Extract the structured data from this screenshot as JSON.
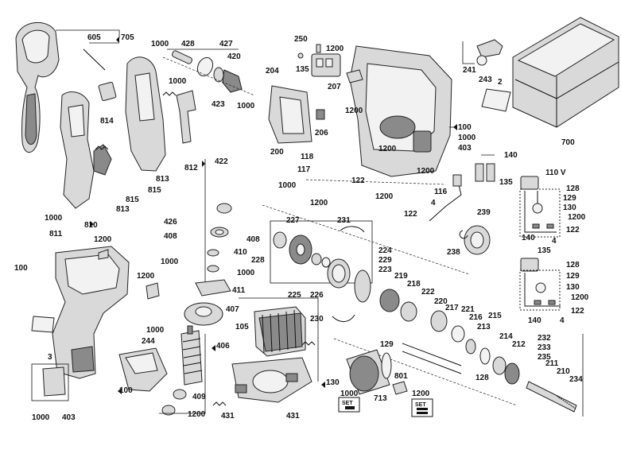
{
  "labels": {
    "l605": "605",
    "l705": "705",
    "l1000a": "1000",
    "l428": "428",
    "l427": "427",
    "l420": "420",
    "l1000b": "1000",
    "l423": "423",
    "l814": "814",
    "l812": "812",
    "l813a": "813",
    "l813b": "813",
    "l815a": "815",
    "l815b": "815",
    "l1000c": "1000",
    "l810": "810",
    "l811": "811",
    "l422": "422",
    "l250": "250",
    "l1200a": "1200",
    "l135a": "135",
    "l207": "207",
    "l204": "204",
    "l1000d": "1000",
    "l206": "206",
    "l200": "200",
    "l118": "118",
    "l117": "117",
    "l1000e": "1000",
    "l1200b": "1200",
    "l1200c": "1200",
    "l1200d": "1200",
    "l1200e": "1200",
    "l122a": "122",
    "l122b": "122",
    "l1200f": "1200",
    "l241": "241",
    "l243": "243",
    "l2": "2",
    "l700": "700",
    "l100a": "100",
    "l1000f": "1000",
    "l403a": "403",
    "l140a": "140",
    "l110v": "110 V",
    "l135b": "135",
    "l128a": "128",
    "l129a": "129",
    "l130a": "130",
    "l1200g": "1200",
    "l140b": "140",
    "l4a": "4",
    "l122c": "122",
    "l116": "116",
    "l4b": "4",
    "l239": "239",
    "l238": "238",
    "l135c": "135",
    "l128b": "128",
    "l129b": "129",
    "l130b": "130",
    "l1200h": "1200",
    "l140c": "140",
    "l4c": "4",
    "l122d": "122",
    "l426": "426",
    "l408a": "408",
    "l408b": "408",
    "l1000g": "1000",
    "l410": "410",
    "l1000h": "1000",
    "l411": "411",
    "l407": "407",
    "l406": "406",
    "l227": "227",
    "l231": "231",
    "l224": "224",
    "l229": "229",
    "l228": "228",
    "l223": "223",
    "l225": "225",
    "l226": "226",
    "l219": "219",
    "l218": "218",
    "l222": "222",
    "l220": "220",
    "l217": "217",
    "l221": "221",
    "l216": "216",
    "l215": "215",
    "l213": "213",
    "l214": "214",
    "l212": "212",
    "l232": "232",
    "l233": "233",
    "l235": "235",
    "l211": "211",
    "l210": "210",
    "l234": "234",
    "l230": "230",
    "l105": "105",
    "l100b": "100",
    "l1200i": "1200",
    "l1200j": "1200",
    "l1000i": "1000",
    "l3": "3",
    "l244": "244",
    "l100c": "100",
    "l1000j": "1000",
    "l403b": "403",
    "l409": "409",
    "l1200k": "1200",
    "l431a": "431",
    "l431b": "431",
    "l130c": "130",
    "l129c": "129",
    "l128c": "128",
    "l801": "801",
    "l713": "713",
    "l1000k": "1000",
    "l1200l": "1200",
    "set1": "SET",
    "set2": "SET"
  }
}
